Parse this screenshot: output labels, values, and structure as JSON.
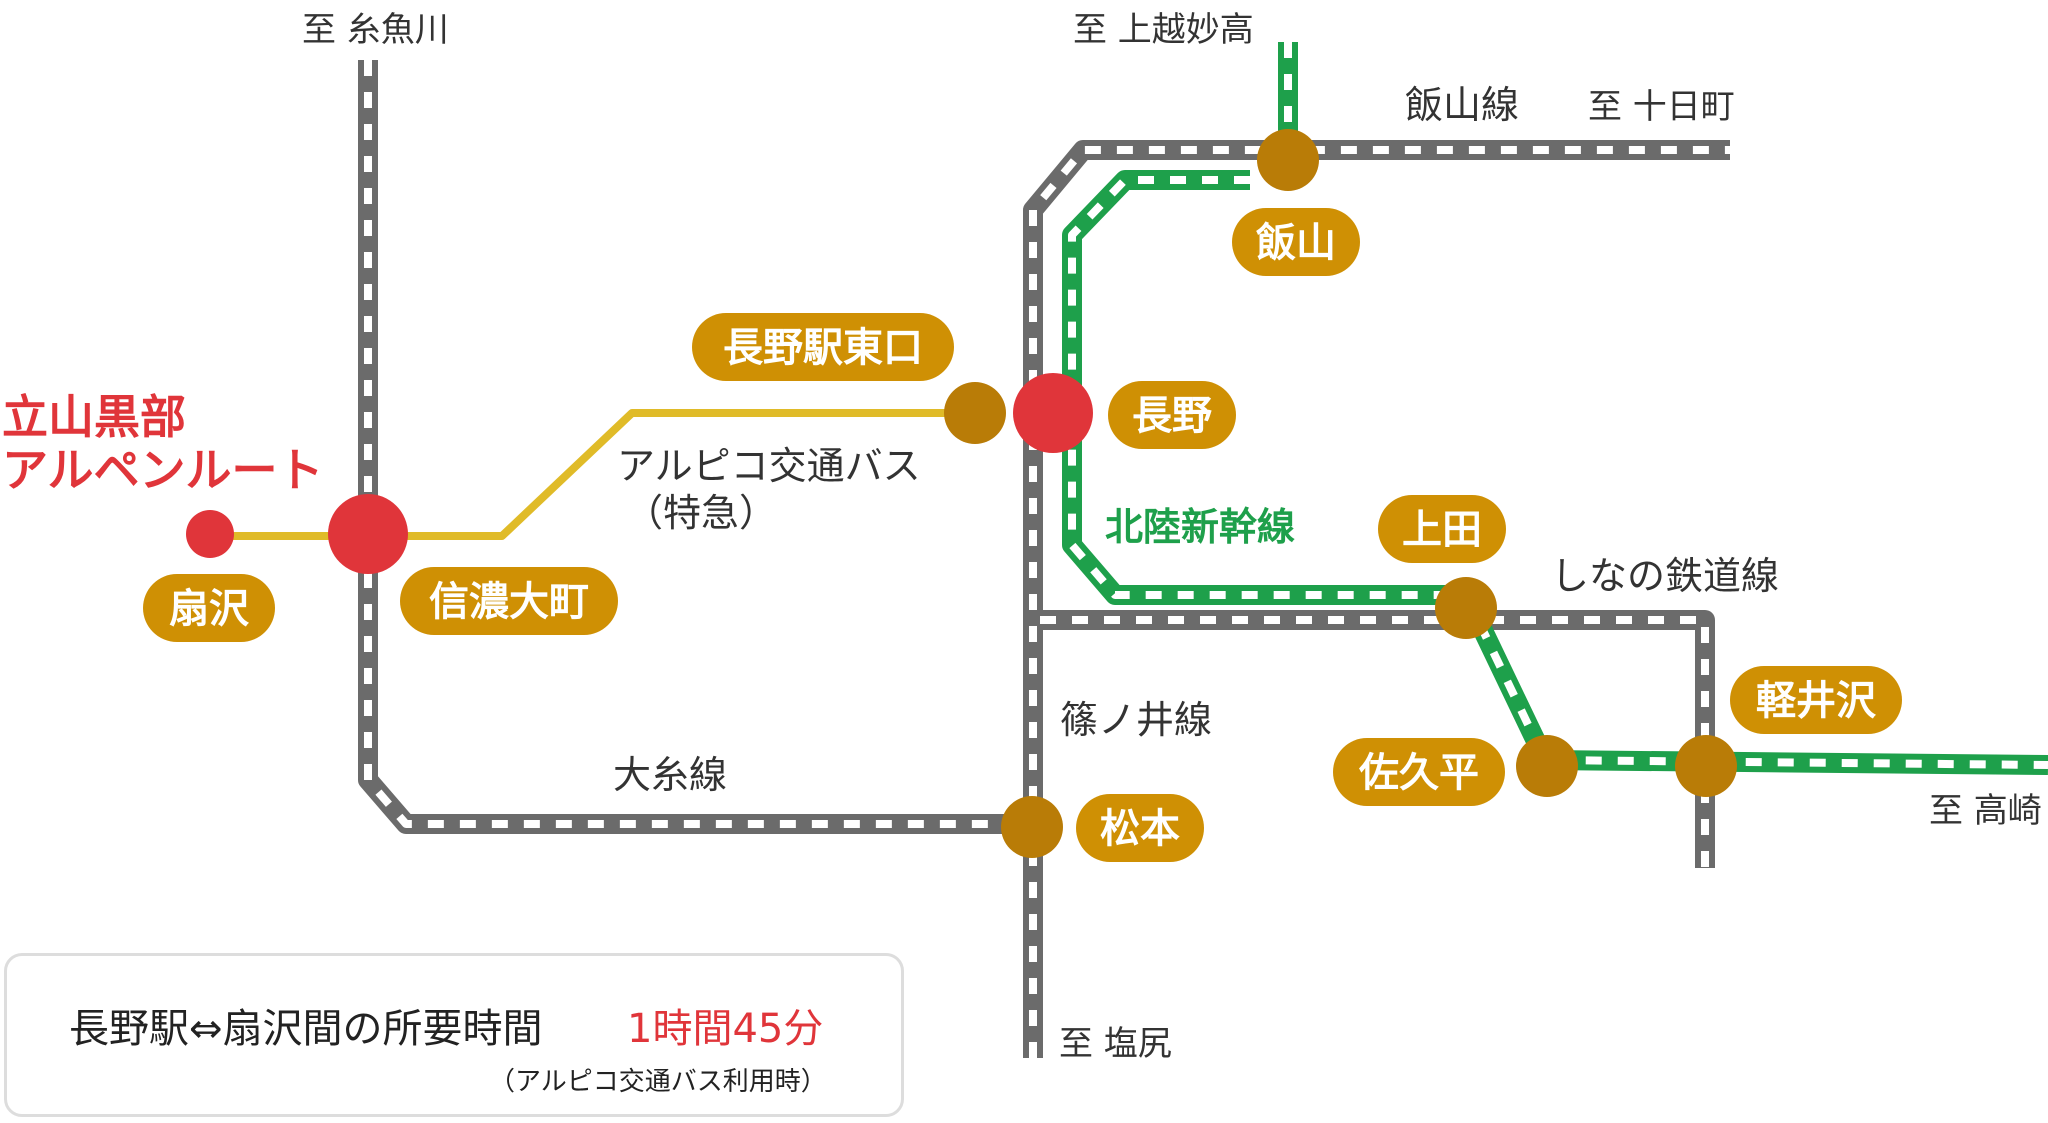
{
  "colors": {
    "jr_line": "#6b6b6b",
    "shinkansen": "#1ea04b",
    "bus": "#e0bb28",
    "major_station": "#e0353a",
    "station": "#b97c07",
    "pill": "#cf9004",
    "accent_text": "#e0353a",
    "shinkansen_text": "#1ea04b"
  },
  "directions": {
    "itoigawa": "至 糸魚川",
    "joetsumyoko": "至 上越妙高",
    "tokamachi": "至 十日町",
    "shiojiri": "至 塩尻",
    "takasaki": "至 高崎"
  },
  "lines": {
    "iiyama": "飯山線",
    "hokuriku_shinkansen": "北陸新幹線",
    "shinano_railway": "しなの鉄道線",
    "shinonoi": "篠ノ井線",
    "oito": "大糸線",
    "bus_line1": "アルピコ交通バス",
    "bus_line2": "（特急）"
  },
  "destination": {
    "line1": "立山黒部",
    "line2": "アルペンルート"
  },
  "stations": {
    "ogizawa": "扇沢",
    "shinano_omachi": "信濃大町",
    "nagano_east": "長野駅東口",
    "nagano": "長野",
    "iiyama": "飯山",
    "ueda": "上田",
    "sakudaira": "佐久平",
    "karuizawa": "軽井沢",
    "matsumoto": "松本"
  },
  "info": {
    "route_label": "長野駅⇔扇沢間の所要時間",
    "travel_time": "1時間45分",
    "note": "（アルピコ交通バス利用時）"
  }
}
